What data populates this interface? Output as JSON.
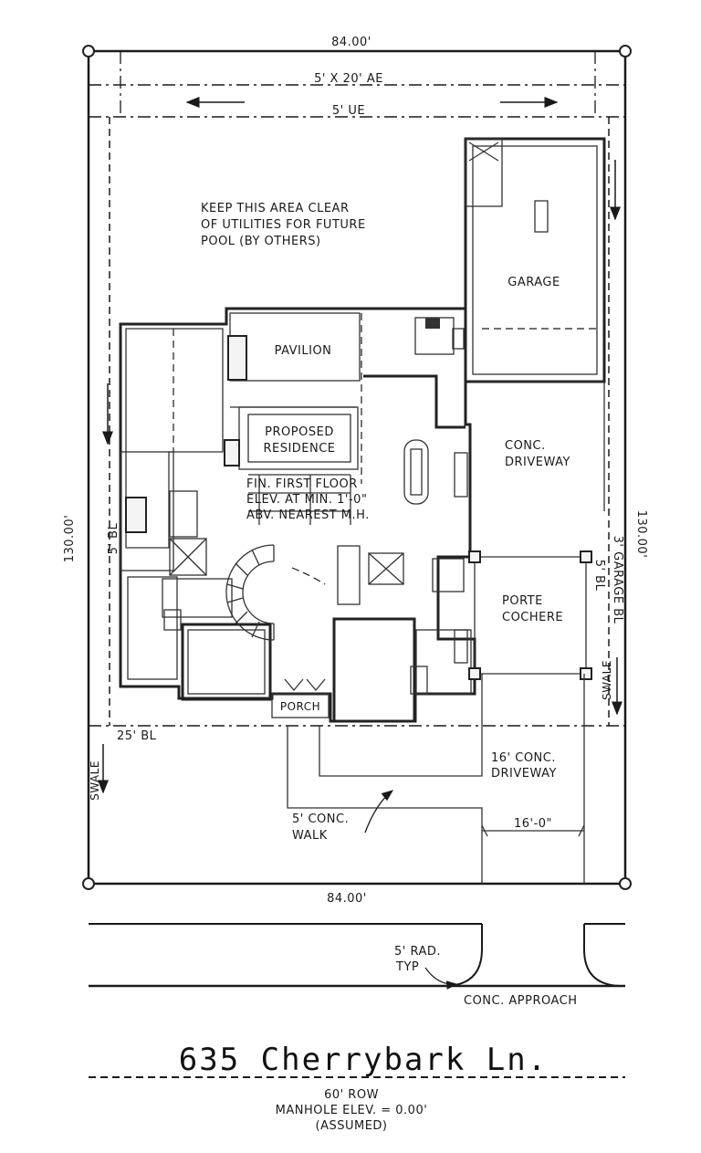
{
  "dimensions": {
    "top": "84.00'",
    "bottom": "84.00'",
    "left": "130.00'",
    "right": "130.00'",
    "driveway_width": "16'-0\""
  },
  "easements": {
    "aerial": "5' X 20' AE",
    "utility": "5' UE"
  },
  "note": {
    "line1": "KEEP THIS AREA CLEAR",
    "line2": "OF UTILITIES FOR FUTURE",
    "line3": "POOL (BY OTHERS)"
  },
  "rooms": {
    "garage": "GARAGE",
    "pavilion": "PAVILION",
    "conc_driveway_1": "CONC.",
    "conc_driveway_2": "DRIVEWAY",
    "porte_1": "PORTE",
    "porte_2": "COCHERE",
    "porch": "PORCH",
    "proposed_1": "PROPOSED",
    "proposed_2": "RESIDENCE",
    "fin_1": "FIN. FIRST FLOOR",
    "fin_2": "ELEV. AT MIN. 1'-0\"",
    "fin_3": "ABV. NEAREST M.H."
  },
  "setbacks": {
    "left_bl": "5' BL",
    "front_bl": "25' BL",
    "right_bl": "5' BL",
    "garage_bl": "3' GARAGE BL",
    "swale_right": "SWALE",
    "swale_left": "SWALE"
  },
  "site": {
    "driveway16_1": "16' CONC.",
    "driveway16_2": "DRIVEWAY",
    "walk_1": "5' CONC.",
    "walk_2": "WALK",
    "rad_1": "5' RAD.",
    "rad_2": "TYP",
    "approach": "CONC. APPROACH"
  },
  "street": {
    "name": "635 Cherrybark Ln.",
    "row": "60' ROW",
    "manhole": "MANHOLE ELEV. = 0.00'",
    "assumed": "(ASSUMED)"
  }
}
